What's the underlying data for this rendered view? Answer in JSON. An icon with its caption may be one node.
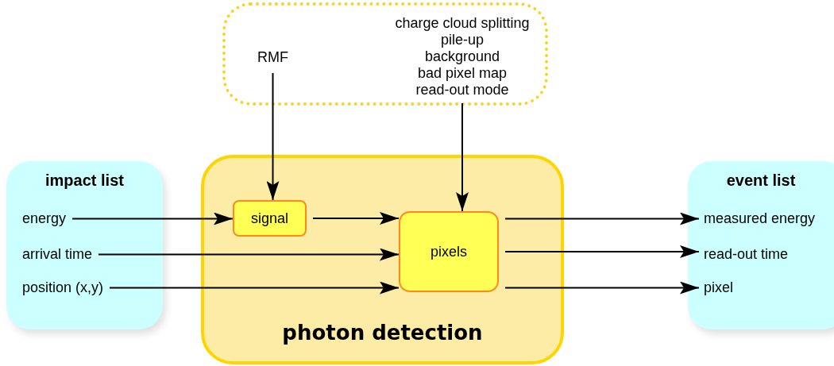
{
  "diagram": {
    "nodes": [
      {
        "text": [],
        "shape": "box"
      },
      {
        "text": [
          "RMF"
        ],
        "in": 0
      },
      {
        "text": [
          "charge cloud splitting",
          "pile-up",
          "background",
          "bad pixel map",
          "read-out mode"
        ],
        "in": 0
      },
      {
        "text": [
          "impact list"
        ]
      },
      {
        "text": [
          "energy"
        ],
        "in": 3
      },
      {
        "text": [
          "arrival time"
        ],
        "in": 3
      },
      {
        "text": [
          "position (x,y)"
        ],
        "in": 3
      },
      {
        "text": [
          "photon detection"
        ]
      },
      {
        "text": [
          "signal"
        ],
        "in": 7
      },
      {
        "text": [
          "pixels"
        ],
        "in": 7
      },
      {
        "text": [
          "event list"
        ]
      },
      {
        "text": [
          "measured energy"
        ],
        "in": 10
      },
      {
        "text": [
          "read-out time"
        ],
        "in": 10
      },
      {
        "text": [
          "pixel"
        ],
        "in": 10
      }
    ],
    "edges": [
      {
        "from": 1,
        "to": 8,
        "arrow": "to"
      },
      {
        "from": 2,
        "to": 9,
        "arrow": "to"
      },
      {
        "from": 4,
        "to": 8,
        "arrow": "to"
      },
      {
        "from": 8,
        "to": 9,
        "arrow": "to"
      },
      {
        "from": 5,
        "to": 9,
        "arrow": "to"
      },
      {
        "from": 6,
        "to": 9,
        "arrow": "to"
      },
      {
        "from": 9,
        "to": 11,
        "arrow": "to"
      },
      {
        "from": 9,
        "to": 12,
        "arrow": "to"
      },
      {
        "from": 9,
        "to": 13,
        "arrow": "to"
      }
    ]
  }
}
